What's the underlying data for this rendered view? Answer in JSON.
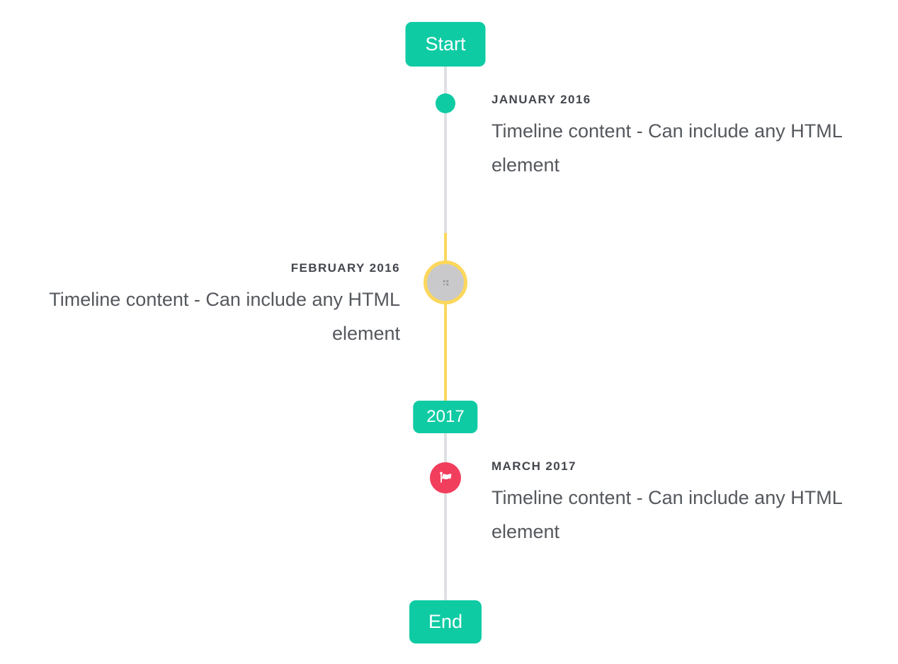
{
  "colors": {
    "accent_teal": "#0fcba4",
    "line_gray": "#dfe0e3",
    "line_yellow": "#fbd75c",
    "circle_gray": "#c9c9cc",
    "flag_red": "#f23e5d",
    "title_color": "#43464c",
    "content_color": "#55585d",
    "badge_text": "#ffffff",
    "broken_icon_gray": "#97979b"
  },
  "timeline": {
    "start_label": "Start",
    "year_label": "2017",
    "end_label": "End",
    "items": [
      {
        "title": "JANUARY 2016",
        "content": "Timeline content - Can include any HTML element",
        "side": "right",
        "marker": "teal-dot"
      },
      {
        "title": "FEBRUARY 2016",
        "content": "Timeline content - Can include any HTML element",
        "side": "left",
        "marker": "gray-circle-with-broken-image"
      },
      {
        "title": "MARCH 2017",
        "content": "Timeline content - Can include any HTML element",
        "side": "right",
        "marker": "red-flag-circle"
      }
    ]
  }
}
